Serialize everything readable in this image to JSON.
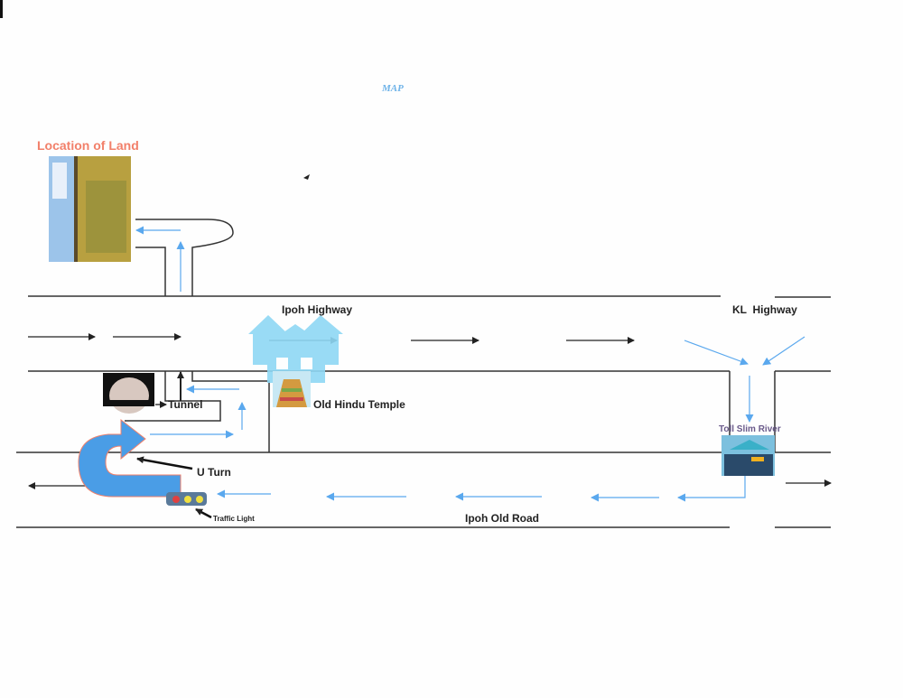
{
  "title": "MAP",
  "labels": {
    "location_of_land": "Location of Land",
    "ipoh_highway": "Ipoh Highway",
    "kl_highway": "KL  Highway",
    "tunnel": "Tunnel",
    "old_hindu_temple": "Old Hindu Temple",
    "u_turn": "U Turn",
    "traffic_light": "Traffic Light",
    "toll_slim_river": "Toll Slim River",
    "ipoh_old_road": "Ipoh Old Road"
  },
  "colors": {
    "road": "#333333",
    "route_arrow": "#5aa8ee",
    "u_turn_fill": "#4a9de6",
    "u_turn_outline": "#f2806a",
    "house_icon": "#8fd8f5",
    "location_label": "#f2806a",
    "toll_label": "#6a5a8a"
  }
}
